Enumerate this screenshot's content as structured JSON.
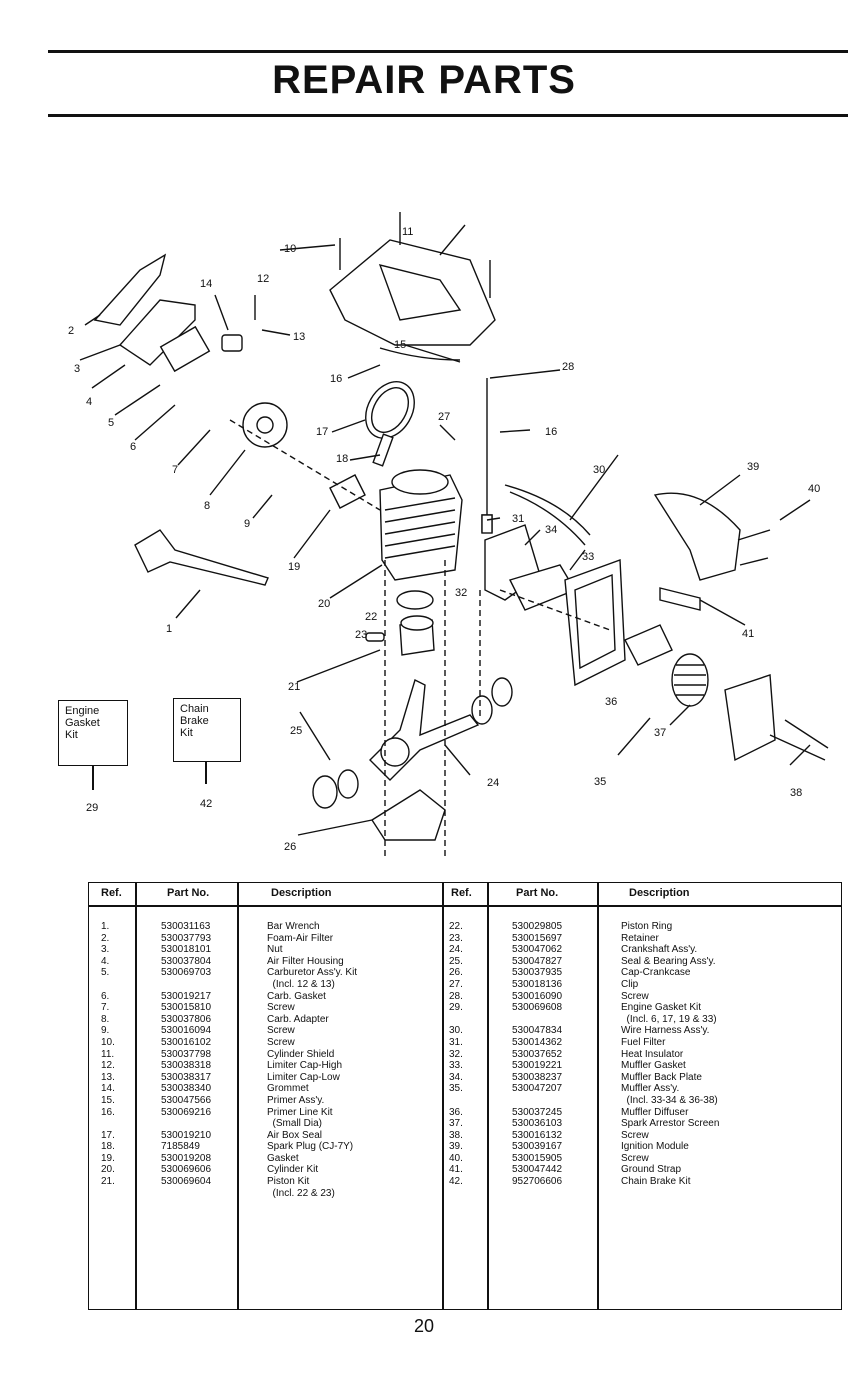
{
  "title": "REPAIR PARTS",
  "page_number": "20",
  "kits": [
    {
      "label_lines": [
        "Engine",
        "Gasket",
        "Kit"
      ],
      "ref": "29"
    },
    {
      "label_lines": [
        "Chain",
        "Brake",
        "Kit"
      ],
      "ref": "42"
    }
  ],
  "diagram_refs": [
    "1",
    "2",
    "3",
    "4",
    "5",
    "6",
    "7",
    "8",
    "9",
    "10",
    "11",
    "12",
    "13",
    "14",
    "15",
    "16",
    "16",
    "17",
    "18",
    "19",
    "20",
    "21",
    "22",
    "23",
    "24",
    "25",
    "26",
    "27",
    "28",
    "30",
    "31",
    "32",
    "33",
    "34",
    "35",
    "36",
    "37",
    "38",
    "39",
    "40",
    "41"
  ],
  "table": {
    "headers": {
      "ref": "Ref.",
      "part": "Part No.",
      "desc": "Description"
    },
    "left": [
      {
        "ref": "1.",
        "part": "530031163",
        "desc": "Bar Wrench"
      },
      {
        "ref": "2.",
        "part": "530037793",
        "desc": "Foam-Air Filter"
      },
      {
        "ref": "3.",
        "part": "530018101",
        "desc": "Nut"
      },
      {
        "ref": "4.",
        "part": "530037804",
        "desc": "Air Filter Housing"
      },
      {
        "ref": "5.",
        "part": "530069703",
        "desc": "Carburetor Ass'y. Kit"
      },
      {
        "ref": "",
        "part": "",
        "desc": "  (Incl. 12 & 13)"
      },
      {
        "ref": "6.",
        "part": "530019217",
        "desc": "Carb. Gasket"
      },
      {
        "ref": "7.",
        "part": "530015810",
        "desc": "Screw"
      },
      {
        "ref": "8.",
        "part": "530037806",
        "desc": "Carb. Adapter"
      },
      {
        "ref": "9.",
        "part": "530016094",
        "desc": "Screw"
      },
      {
        "ref": "10.",
        "part": "530016102",
        "desc": "Screw"
      },
      {
        "ref": "11.",
        "part": "530037798",
        "desc": "Cylinder Shield"
      },
      {
        "ref": "12.",
        "part": "530038318",
        "desc": "Limiter Cap-High"
      },
      {
        "ref": "13.",
        "part": "530038317",
        "desc": "Limiter Cap-Low"
      },
      {
        "ref": "14.",
        "part": "530038340",
        "desc": "Grommet"
      },
      {
        "ref": "15.",
        "part": "530047566",
        "desc": "Primer Ass'y."
      },
      {
        "ref": "16.",
        "part": "530069216",
        "desc": "Primer Line Kit"
      },
      {
        "ref": "",
        "part": "",
        "desc": "  (Small Dia)"
      },
      {
        "ref": "17.",
        "part": "530019210",
        "desc": "Air Box Seal"
      },
      {
        "ref": "18.",
        "part": "7185849",
        "desc": "Spark Plug (CJ-7Y)"
      },
      {
        "ref": "19.",
        "part": "530019208",
        "desc": "Gasket"
      },
      {
        "ref": "20.",
        "part": "530069606",
        "desc": "Cylinder Kit"
      },
      {
        "ref": "21.",
        "part": "530069604",
        "desc": "Piston Kit"
      },
      {
        "ref": "",
        "part": "",
        "desc": "  (Incl. 22 & 23)"
      }
    ],
    "right": [
      {
        "ref": "22.",
        "part": "530029805",
        "desc": "Piston Ring"
      },
      {
        "ref": "23.",
        "part": "530015697",
        "desc": "Retainer"
      },
      {
        "ref": "24.",
        "part": "530047062",
        "desc": "Crankshaft Ass'y."
      },
      {
        "ref": "25.",
        "part": "530047827",
        "desc": "Seal & Bearing Ass'y."
      },
      {
        "ref": "26.",
        "part": "530037935",
        "desc": "Cap-Crankcase"
      },
      {
        "ref": "27.",
        "part": "530018136",
        "desc": "Clip"
      },
      {
        "ref": "28.",
        "part": "530016090",
        "desc": "Screw"
      },
      {
        "ref": "29.",
        "part": "530069608",
        "desc": "Engine Gasket Kit"
      },
      {
        "ref": "",
        "part": "",
        "desc": "  (Incl. 6, 17, 19 & 33)"
      },
      {
        "ref": "30.",
        "part": "530047834",
        "desc": "Wire Harness Ass'y."
      },
      {
        "ref": "31.",
        "part": "530014362",
        "desc": "Fuel Filter"
      },
      {
        "ref": "32.",
        "part": "530037652",
        "desc": "Heat Insulator"
      },
      {
        "ref": "33.",
        "part": "530019221",
        "desc": "Muffler Gasket"
      },
      {
        "ref": "34.",
        "part": "530038237",
        "desc": "Muffler Back Plate"
      },
      {
        "ref": "35.",
        "part": "530047207",
        "desc": "Muffler Ass'y."
      },
      {
        "ref": "",
        "part": "",
        "desc": "  (Incl. 33-34 & 36-38)"
      },
      {
        "ref": "36.",
        "part": "530037245",
        "desc": "Muffler Diffuser"
      },
      {
        "ref": "37.",
        "part": "530036103",
        "desc": "Spark Arrestor Screen"
      },
      {
        "ref": "38.",
        "part": "530016132",
        "desc": "Screw"
      },
      {
        "ref": "39.",
        "part": "530039167",
        "desc": "Ignition Module"
      },
      {
        "ref": "40.",
        "part": "530015905",
        "desc": "Screw"
      },
      {
        "ref": "41.",
        "part": "530047442",
        "desc": "Ground Strap"
      },
      {
        "ref": "42.",
        "part": "952706606",
        "desc": "Chain Brake Kit"
      }
    ]
  }
}
